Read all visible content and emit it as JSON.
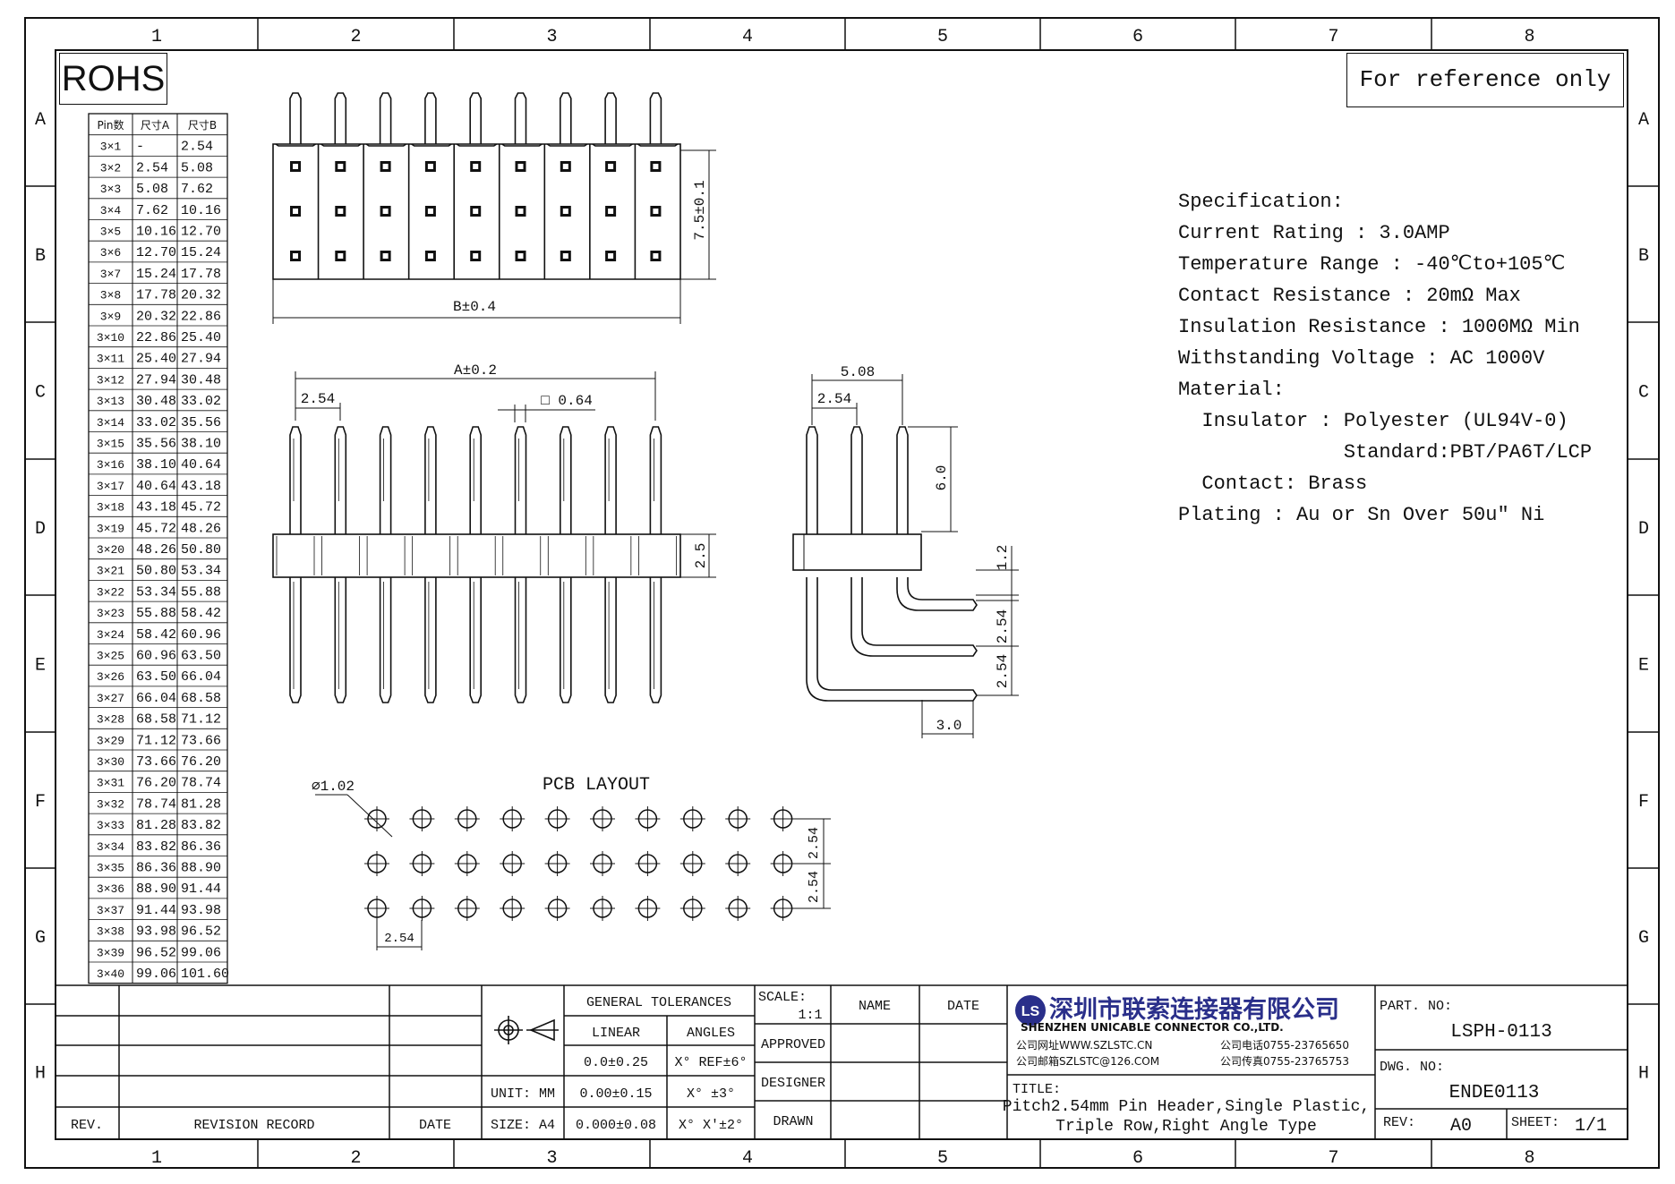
{
  "frame": {
    "columns": [
      "1",
      "2",
      "3",
      "4",
      "5",
      "6",
      "7",
      "8"
    ],
    "rows": [
      "A",
      "B",
      "C",
      "D",
      "E",
      "F",
      "G",
      "H"
    ]
  },
  "header": {
    "rohs": "ROHS",
    "reference_note": "For reference only"
  },
  "pin_table": {
    "headers": [
      "Pin数",
      "尺寸A",
      "尺寸B"
    ],
    "rows": [
      [
        "3×1",
        "-",
        "2.54"
      ],
      [
        "3×2",
        "2.54",
        "5.08"
      ],
      [
        "3×3",
        "5.08",
        "7.62"
      ],
      [
        "3×4",
        "7.62",
        "10.16"
      ],
      [
        "3×5",
        "10.16",
        "12.70"
      ],
      [
        "3×6",
        "12.70",
        "15.24"
      ],
      [
        "3×7",
        "15.24",
        "17.78"
      ],
      [
        "3×8",
        "17.78",
        "20.32"
      ],
      [
        "3×9",
        "20.32",
        "22.86"
      ],
      [
        "3×10",
        "22.86",
        "25.40"
      ],
      [
        "3×11",
        "25.40",
        "27.94"
      ],
      [
        "3×12",
        "27.94",
        "30.48"
      ],
      [
        "3×13",
        "30.48",
        "33.02"
      ],
      [
        "3×14",
        "33.02",
        "35.56"
      ],
      [
        "3×15",
        "35.56",
        "38.10"
      ],
      [
        "3×16",
        "38.10",
        "40.64"
      ],
      [
        "3×17",
        "40.64",
        "43.18"
      ],
      [
        "3×18",
        "43.18",
        "45.72"
      ],
      [
        "3×19",
        "45.72",
        "48.26"
      ],
      [
        "3×20",
        "48.26",
        "50.80"
      ],
      [
        "3×21",
        "50.80",
        "53.34"
      ],
      [
        "3×22",
        "53.34",
        "55.88"
      ],
      [
        "3×23",
        "55.88",
        "58.42"
      ],
      [
        "3×24",
        "58.42",
        "60.96"
      ],
      [
        "3×25",
        "60.96",
        "63.50"
      ],
      [
        "3×26",
        "63.50",
        "66.04"
      ],
      [
        "3×27",
        "66.04",
        "68.58"
      ],
      [
        "3×28",
        "68.58",
        "71.12"
      ],
      [
        "3×29",
        "71.12",
        "73.66"
      ],
      [
        "3×30",
        "73.66",
        "76.20"
      ],
      [
        "3×31",
        "76.20",
        "78.74"
      ],
      [
        "3×32",
        "78.74",
        "81.28"
      ],
      [
        "3×33",
        "81.28",
        "83.82"
      ],
      [
        "3×34",
        "83.82",
        "86.36"
      ],
      [
        "3×35",
        "86.36",
        "88.90"
      ],
      [
        "3×36",
        "88.90",
        "91.44"
      ],
      [
        "3×37",
        "91.44",
        "93.98"
      ],
      [
        "3×38",
        "93.98",
        "96.52"
      ],
      [
        "3×39",
        "96.52",
        "99.06"
      ],
      [
        "3×40",
        "99.06",
        "101.60"
      ]
    ]
  },
  "dimensions": {
    "top_height": "7.5±0.1",
    "top_width": "B±0.4",
    "front_a": "A±0.2",
    "front_pitch": "2.54",
    "front_pin": "□ 0.64",
    "front_body": "2.5",
    "side_width": "5.08",
    "side_pitch": "2.54",
    "side_pin_height": "6.0",
    "side_gap": "1.2",
    "side_row1": "2.54",
    "side_row2": "2.54",
    "side_tail": "3.0",
    "pcb_title": "PCB LAYOUT",
    "pcb_hole": "⌀1.02",
    "pcb_pitch_v1": "2.54",
    "pcb_pitch_v2": "2.54",
    "pcb_pitch_h": "2.54"
  },
  "spec": {
    "lines": [
      "Specification:",
      "Current Rating : 3.0AMP",
      "Temperature Range : -40℃to+105℃",
      "Contact Resistance : 20mΩ Max",
      "Insulation Resistance : 1000MΩ Min",
      "Withstanding Voltage : AC 1000V",
      "Material:",
      "  Insulator : Polyester (UL94V-0)",
      "              Standard:PBT/PA6T/LCP",
      "  Contact: Brass",
      "Plating : Au or Sn Over 50u\" Ni"
    ]
  },
  "title_block": {
    "rev_label": "REV.",
    "revision_record": "REVISION RECORD",
    "date_label": "DATE",
    "unit": "UNIT: MM",
    "size": "SIZE: A4",
    "general_tolerances": "GENERAL TOLERANCES",
    "linear": "LINEAR",
    "angles": "ANGLES",
    "lin1": "0.0±0.25",
    "lin2": "0.00±0.15",
    "lin3": "0.000±0.08",
    "ang1": "X° REF±6°",
    "ang2": "X° ±3°",
    "ang3": "X° X'±2°",
    "scale_label": "SCALE:",
    "scale_value": "1:1",
    "name_label": "NAME",
    "date2_label": "DATE",
    "approved": "APPROVED",
    "designer": "DESIGNER",
    "drawn": "DRAWN",
    "company_logo": "LS",
    "company_cn": "深圳市联索连接器有限公司",
    "company_en": "SHENZHEN UNICABLE CONNECTOR CO.,LTD.",
    "website": "公司网址WWW.SZLSTC.CN",
    "email": "公司邮箱SZLSTC@126.COM",
    "phone": "公司电话0755-23765650",
    "fax": "公司传真0755-23765753",
    "title_label": "TITLE:",
    "title_line1": "Pitch2.54mm Pin Header,Single Plastic,",
    "title_line2": "Triple Row,Right Angle Type",
    "part_no_label": "PART. NO:",
    "part_no": "LSPH-0113",
    "dwg_no_label": "DWG. NO:",
    "dwg_no": "ENDE0113",
    "rev2_label": "REV:",
    "rev_value": "A0",
    "sheet_label": "SHEET:",
    "sheet_value": "1/1"
  }
}
